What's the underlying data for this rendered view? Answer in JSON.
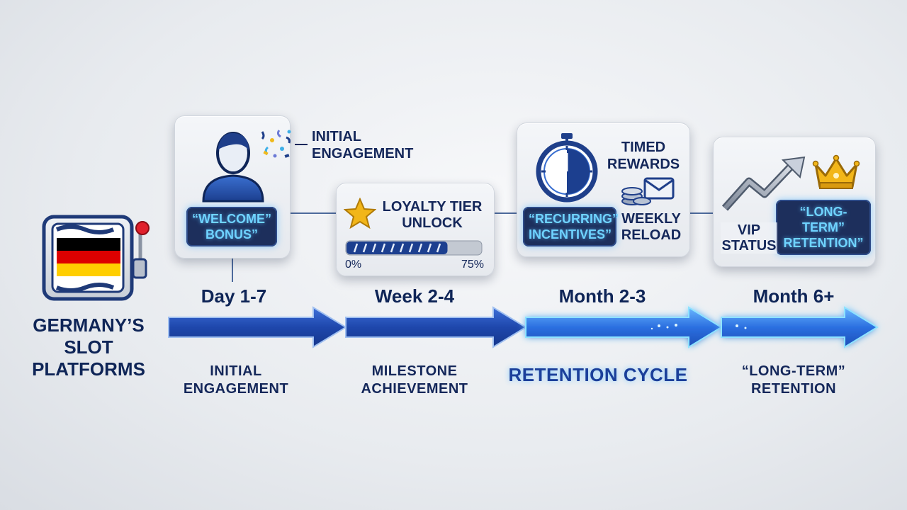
{
  "brand": {
    "title_lines": [
      "GERMANY’S",
      "SLOT",
      "PLATFORMS"
    ],
    "icon": "slot-machine-germany-flag-icon"
  },
  "stages": [
    {
      "card": {
        "icon": "user-icon",
        "decoration": "confetti-icon",
        "callout_lines": [
          "INITIAL",
          "ENGAGEMENT"
        ],
        "tag_lines": [
          "“WELCOME”",
          "BONUS”"
        ]
      },
      "period": "Day 1-7",
      "phase_lines": [
        "INITIAL",
        "ENGAGEMENT"
      ]
    },
    {
      "card": {
        "icon": "star-icon",
        "title_lines": [
          "LOYALTY TIER",
          "UNLOCK"
        ],
        "progress": {
          "value": 0.75,
          "min_label": "0%",
          "max_label": "75%"
        }
      },
      "period": "Week 2-4",
      "phase_lines": [
        "MILESTONE",
        "ACHIEVEMENT"
      ]
    },
    {
      "card": {
        "icon": "stopwatch-icon",
        "secondary_icon": "coins-envelope-icon",
        "timed_lines": [
          "TIMED",
          "REWARDS"
        ],
        "weekly_lines": [
          "WEEKLY",
          "RELOAD"
        ],
        "tag_lines": [
          "“RECURRING”",
          "INCENTIVES”"
        ]
      },
      "period": "Month 2-3",
      "phase_lines": [
        "RETENTION CYCLE"
      ]
    },
    {
      "card": {
        "icon": "growth-arrow-icon",
        "secondary_icon": "crown-icon",
        "vip_lines": [
          "VIP",
          "STATUS"
        ],
        "tag_lines": [
          "“LONG-TERM”",
          "RETENTION”"
        ]
      },
      "period": "Month 6+",
      "phase_lines": [
        "“LONG-TERM”",
        "RETENTION"
      ]
    }
  ],
  "colors": {
    "navy": "#0f2557",
    "arrow_blue": "#1f4fc0",
    "glow_cyan": "#6fd3ff",
    "flag_black": "#000000",
    "flag_red": "#dd0000",
    "flag_gold": "#ffce00"
  }
}
